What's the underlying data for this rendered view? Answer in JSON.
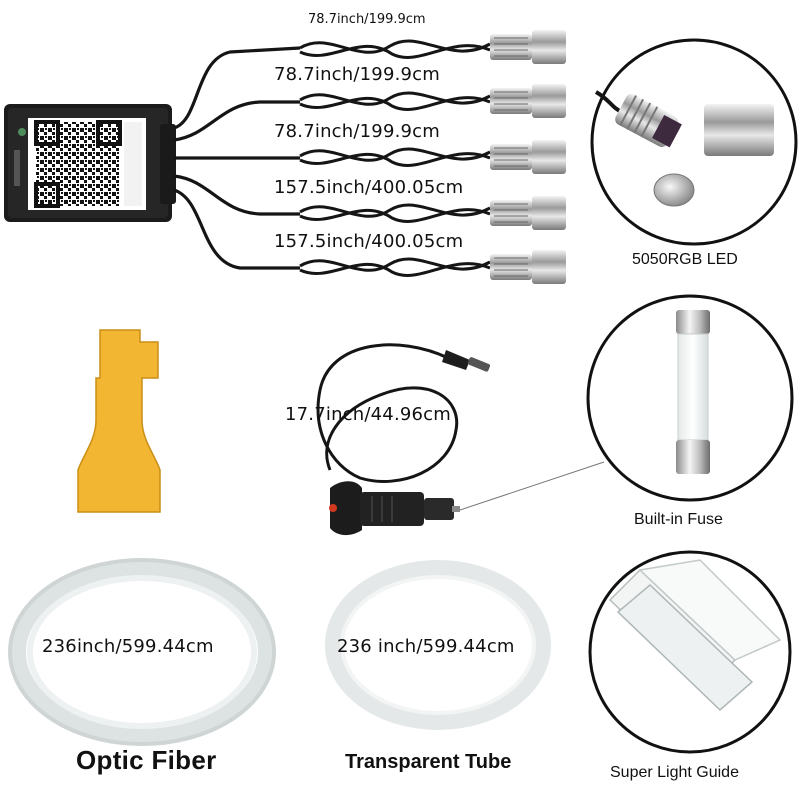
{
  "cable_lengths": [
    "78.7inch/199.9cm",
    "78.7inch/199.9cm",
    "78.7inch/199.9cm",
    "157.5inch/400.05cm",
    "157.5inch/400.05cm"
  ],
  "power_cable_length": "17.7inch/44.96cm",
  "fiber_length": "236inch/599.44cm",
  "tube_length": "236 inch/599.44cm",
  "labels": {
    "led": "5050RGB LED",
    "fuse": "Built-in Fuse",
    "optic_fiber": "Optic Fiber",
    "transparent_tube": "Transparent Tube",
    "light_guide": "Super Light Guide"
  },
  "colors": {
    "scraper": "#f2b632",
    "cable": "#151515",
    "tube": "#e9eceb",
    "fuse_lamp": "#d23a1f"
  }
}
